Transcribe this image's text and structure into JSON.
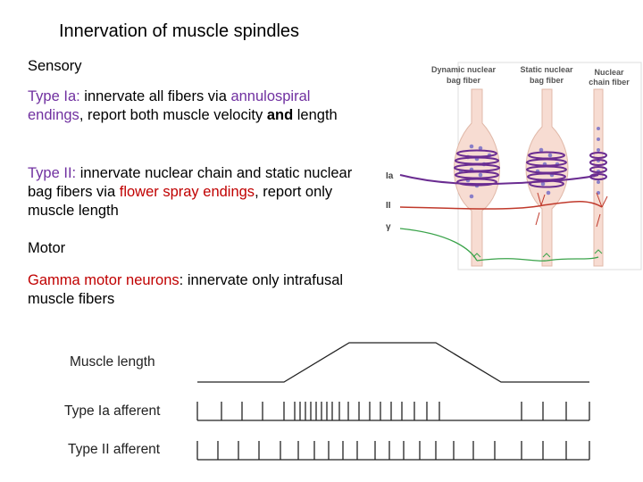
{
  "title": "Innervation of muscle spindles",
  "sensory_heading": "Sensory",
  "type_ia": {
    "label": "Type Ia:",
    "text1": " innervate all fibers via ",
    "highlight": "annulospiral endings",
    "text2": ", report both muscle velocity ",
    "bold_word": "and",
    "text3": " length"
  },
  "type_ii": {
    "label": "Type II:",
    "text1": " innervate nuclear chain and static nuclear bag fibers via ",
    "highlight": "flower spray endings",
    "text2": ", report only muscle length"
  },
  "motor_heading": "Motor",
  "gamma": {
    "label": "Gamma motor neurons",
    "text": ": innervate only intrafusal muscle fibers"
  },
  "spindle_figure": {
    "fiber_labels": {
      "dynamic": [
        "Dynamic nuclear",
        "bag fiber"
      ],
      "static": [
        "Static nuclear",
        "bag fiber"
      ],
      "chain": [
        "Nuclear",
        "chain fiber"
      ]
    },
    "nerve_labels": {
      "ia": "Ia",
      "ii": "II",
      "gamma": "γ"
    },
    "colors": {
      "fiber": "#f7dcd2",
      "ia": "#6a2c91",
      "ii": "#c0392b",
      "gamma": "#3aa34a",
      "nuclei": "#8a7fc8"
    }
  },
  "response_figure": {
    "rows": [
      "Muscle length",
      "Type Ia afferent",
      "Type II afferent"
    ]
  }
}
